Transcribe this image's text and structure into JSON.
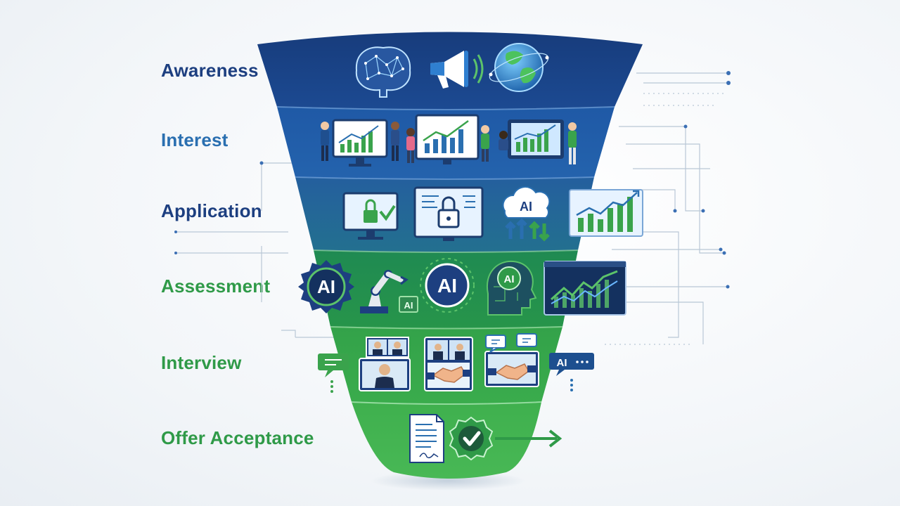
{
  "stages": [
    {
      "label": "Awareness",
      "color": "#1d3f80"
    },
    {
      "label": "Interest",
      "color": "#2a6fb0"
    },
    {
      "label": "Application",
      "color": "#1d3f80"
    },
    {
      "label": "Assessment",
      "color": "#2f9a48"
    },
    {
      "label": "Interview",
      "color": "#2f9a48"
    },
    {
      "label": "Offer Acceptance",
      "color": "#2f9a48"
    }
  ],
  "ai_badges": {
    "app_cloud": "AI",
    "assess_gear": "AI",
    "assess_robot": "AI",
    "assess_center": "AI",
    "assess_head": "AI",
    "interview_chat": "AI"
  },
  "colors": {
    "navy": "#1d3f80",
    "blue": "#2a6fb0",
    "green": "#2f9a48",
    "light_green": "#5cc36a"
  },
  "icons": [
    "brain-icon",
    "megaphone-icon",
    "globe-icon",
    "presentation-icon",
    "lock-icon",
    "cloud-icon",
    "growth-chart-icon",
    "ai-gear-icon",
    "robot-arm-icon",
    "ai-head-icon",
    "video-call-icon",
    "handshake-icon",
    "chat-bubble-icon",
    "contract-document-icon",
    "checkmark-badge-icon",
    "arrow-right-icon"
  ]
}
